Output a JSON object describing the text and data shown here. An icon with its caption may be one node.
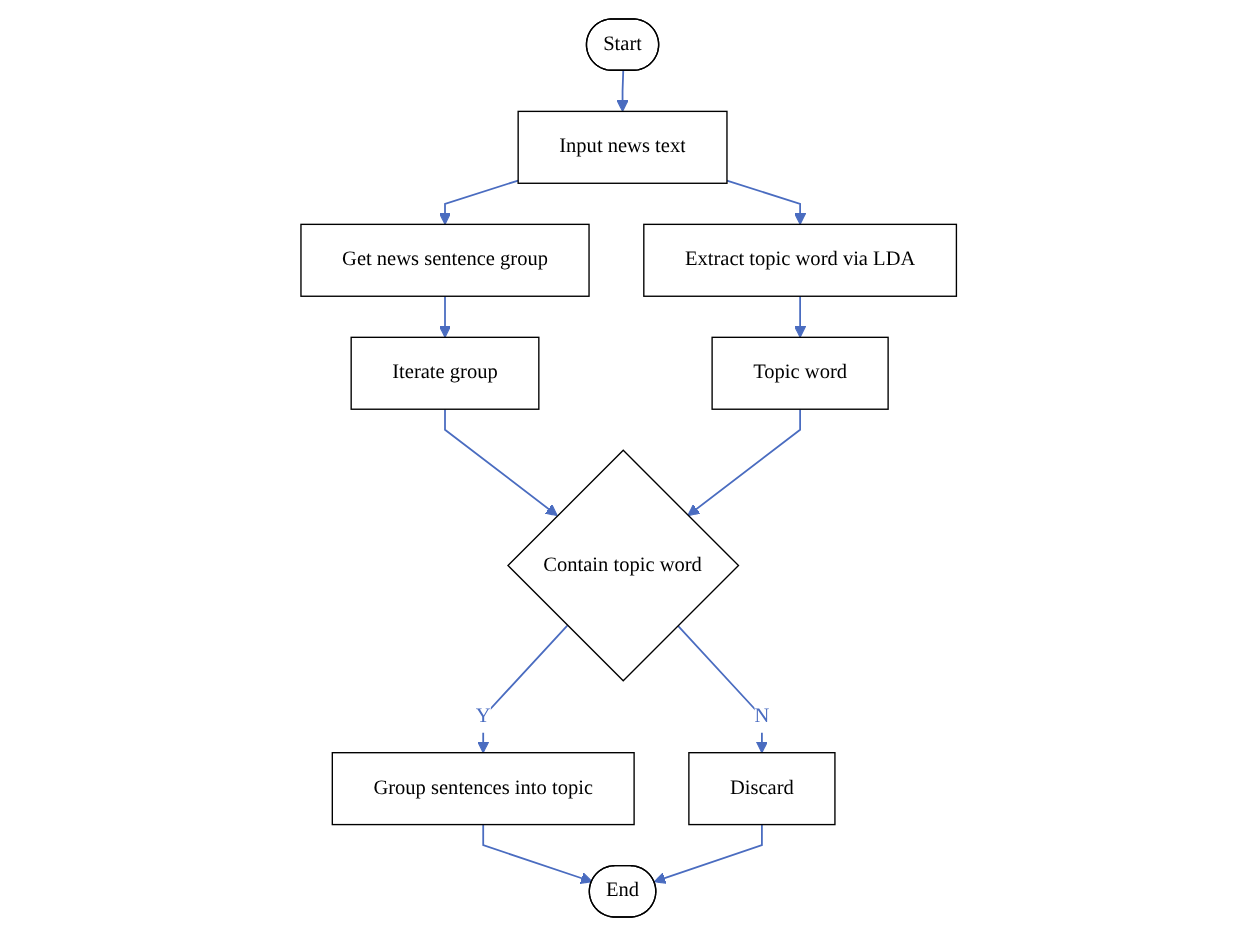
{
  "diagram": {
    "nodes": [
      {
        "text": [
          "Start"
        ]
      },
      {
        "text": [
          "Input news text"
        ]
      },
      {
        "text": [
          "Get news sentence group"
        ]
      },
      {
        "text": [
          "Extract topic word via LDA"
        ]
      },
      {
        "text": [
          "Iterate group"
        ]
      },
      {
        "text": [
          "Topic word"
        ]
      },
      {
        "text": [
          "Contain topic word"
        ]
      },
      {
        "text": [
          "Group sentences into topic"
        ]
      },
      {
        "text": [
          "Discard"
        ]
      },
      {
        "text": [
          "End"
        ]
      }
    ],
    "edges": [
      {
        "from": 0,
        "to": 1,
        "arrow": "to"
      },
      {
        "from": 1,
        "to": 2,
        "arrow": "to"
      },
      {
        "from": 1,
        "to": 3,
        "arrow": "to"
      },
      {
        "from": 2,
        "to": 4,
        "arrow": "to"
      },
      {
        "from": 3,
        "to": 5,
        "arrow": "to"
      },
      {
        "from": 4,
        "to": 6,
        "arrow": "to"
      },
      {
        "from": 5,
        "to": 6,
        "arrow": "to"
      },
      {
        "from": 6,
        "to": 7,
        "arrow": "to",
        "label": "Y"
      },
      {
        "from": 6,
        "to": 8,
        "arrow": "to",
        "label": "N"
      },
      {
        "from": 7,
        "to": 9,
        "arrow": "to"
      },
      {
        "from": 8,
        "to": 9,
        "arrow": "to"
      }
    ]
  }
}
